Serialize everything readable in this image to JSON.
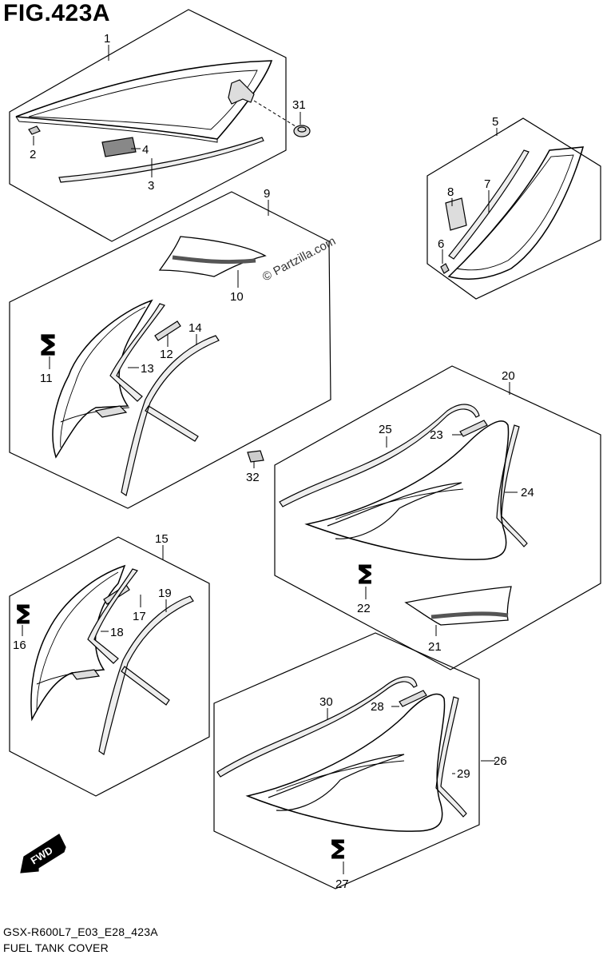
{
  "figure": {
    "title": "FIG.423A",
    "code": "GSX-R600L7_E03_E28_423A",
    "name": "FUEL TANK COVER",
    "watermark": "© Partzilla.com",
    "fwd_label": "FWD"
  },
  "callouts": {
    "n1": "1",
    "n2": "2",
    "n3": "3",
    "n4": "4",
    "n5": "5",
    "n6": "6",
    "n7": "7",
    "n8": "8",
    "n9": "9",
    "n10": "10",
    "n11": "11",
    "n12": "12",
    "n13": "13",
    "n14": "14",
    "n15": "15",
    "n16": "16",
    "n17": "17",
    "n18": "18",
    "n19": "19",
    "n20": "20",
    "n21": "21",
    "n22": "22",
    "n23": "23",
    "n24": "24",
    "n25": "25",
    "n26": "26",
    "n27": "27",
    "n28": "28",
    "n29": "29",
    "n30": "30",
    "n31": "31",
    "n32": "32"
  }
}
